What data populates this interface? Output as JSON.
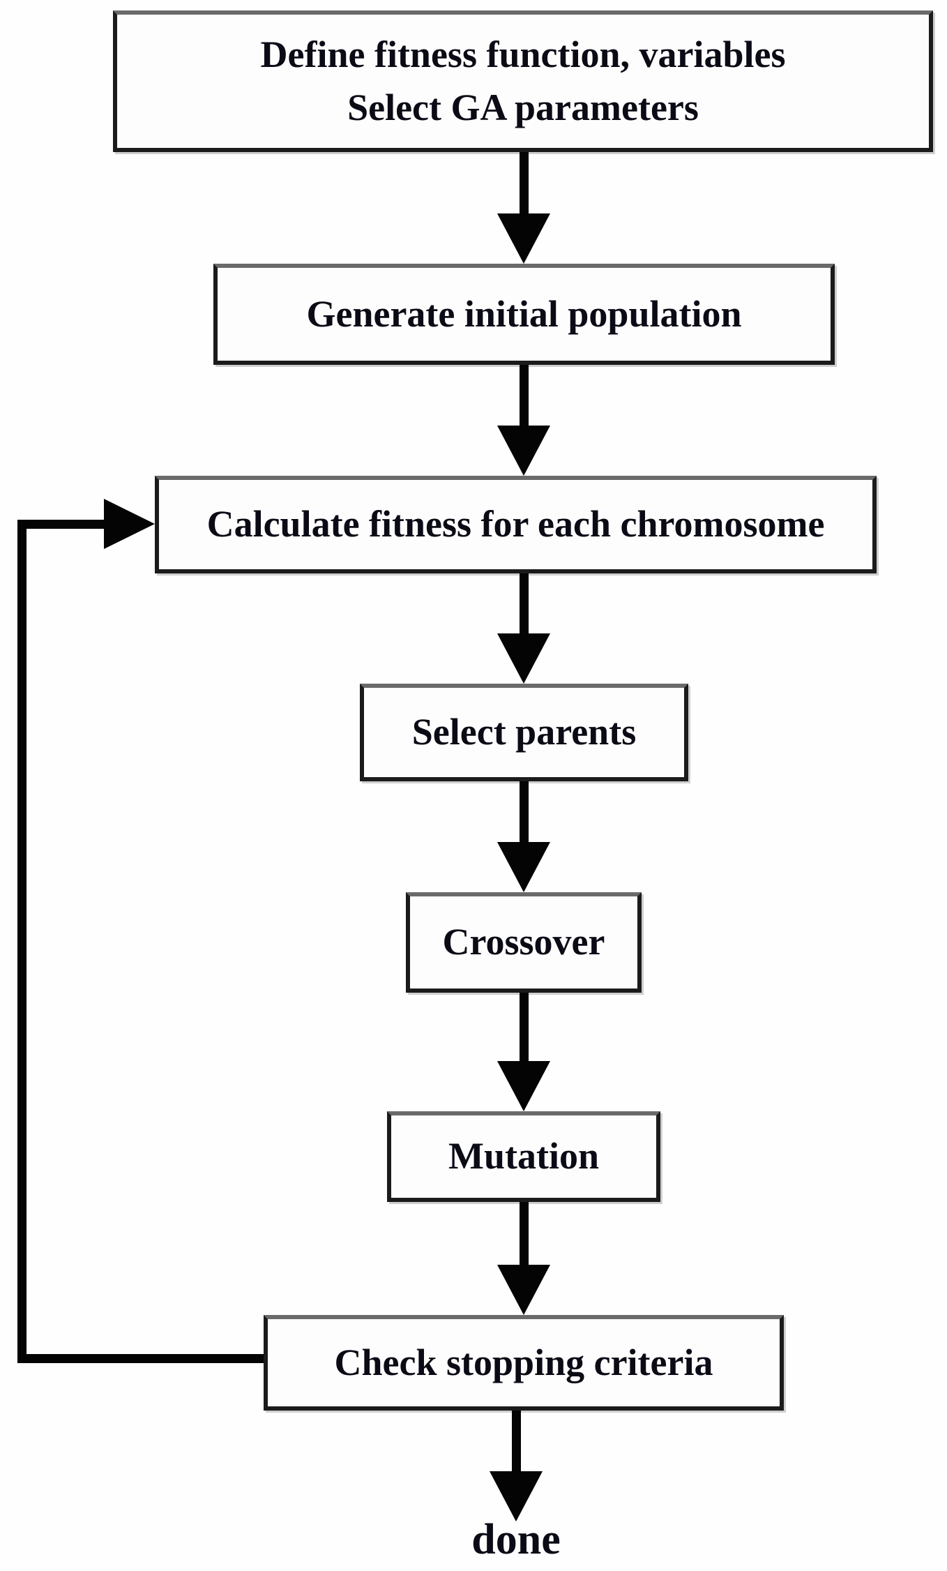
{
  "flowchart": {
    "colors": {
      "background": "#ffffff",
      "box_fill": "#fdfdfd",
      "box_border": "#1b1b1b",
      "arrow": "#040404",
      "text": "#0b0b16"
    },
    "nodes": [
      {
        "id": "define-parameters",
        "lines": [
          "Define fitness function, variables",
          "Select GA parameters"
        ]
      },
      {
        "id": "generate-population",
        "lines": [
          "Generate initial population"
        ]
      },
      {
        "id": "calculate-fitness",
        "lines": [
          "Calculate fitness for each chromosome"
        ]
      },
      {
        "id": "select-parents",
        "lines": [
          "Select parents"
        ]
      },
      {
        "id": "crossover",
        "lines": [
          "Crossover"
        ]
      },
      {
        "id": "mutation",
        "lines": [
          "Mutation"
        ]
      },
      {
        "id": "check-stopping",
        "lines": [
          "Check stopping criteria"
        ]
      }
    ],
    "edges": [
      {
        "from": "define-parameters",
        "to": "generate-population"
      },
      {
        "from": "generate-population",
        "to": "calculate-fitness"
      },
      {
        "from": "calculate-fitness",
        "to": "select-parents"
      },
      {
        "from": "select-parents",
        "to": "crossover"
      },
      {
        "from": "crossover",
        "to": "mutation"
      },
      {
        "from": "mutation",
        "to": "check-stopping"
      },
      {
        "from": "check-stopping",
        "to": "done"
      },
      {
        "from": "check-stopping",
        "to": "calculate-fitness",
        "type": "loop-back"
      }
    ],
    "terminal_label": "done"
  }
}
